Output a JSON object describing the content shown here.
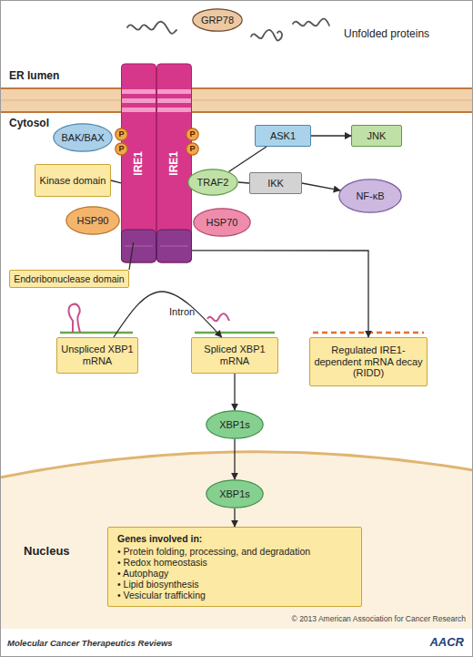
{
  "diagram": {
    "nodes": [
      {
        "text": [
          "GRP78"
        ]
      },
      {
        "text": [
          "IRE1"
        ]
      },
      {
        "text": [
          "IRE1"
        ]
      },
      {
        "text": [
          "BAK/BAX"
        ]
      },
      {
        "text": [
          "P"
        ]
      },
      {
        "text": [
          "P"
        ]
      },
      {
        "text": [
          "P"
        ]
      },
      {
        "text": [
          "P"
        ]
      },
      {
        "text": [
          "ASK1"
        ]
      },
      {
        "text": [
          "JNK"
        ]
      },
      {
        "text": [
          "Kinase domain"
        ]
      },
      {
        "text": [
          "TRAF2"
        ]
      },
      {
        "text": [
          "IKK"
        ]
      },
      {
        "text": [
          "NF-κB"
        ]
      },
      {
        "text": [
          "HSP90"
        ]
      },
      {
        "text": [
          "HSP70"
        ]
      },
      {
        "text": [
          "Endoribonuclease domain"
        ]
      },
      {
        "text": [
          "Unspliced XBP1 mRNA"
        ]
      },
      {
        "text": [
          "Spliced XBP1 mRNA"
        ]
      },
      {
        "text": [
          "Regulated IRE1-dependent mRNA decay (RIDD)"
        ]
      },
      {
        "text": [
          "XBP1s"
        ]
      },
      {
        "text": [
          "Nucleus"
        ]
      },
      {
        "text": [
          "XBP1s"
        ],
        "in": 21
      },
      {
        "text": [
          "Genes involved in:",
          "• Protein folding, processing, and degradation",
          "• Redox homeostasis",
          "• Autophagy",
          "• Lipid biosynthesis",
          "• Vesicular trafficking"
        ],
        "in": 21
      }
    ],
    "edges": [
      {
        "from": 8,
        "to": 9,
        "arrow": "to"
      },
      {
        "from": 11,
        "to": 8,
        "arrow": "none"
      },
      {
        "from": 11,
        "to": 12,
        "arrow": "none"
      },
      {
        "from": 12,
        "to": 13,
        "arrow": "to"
      },
      {
        "from": 10,
        "to": 1,
        "arrow": "none"
      },
      {
        "from": 16,
        "to": 1,
        "arrow": "none"
      },
      {
        "from": 17,
        "to": 18,
        "arrow": "to"
      },
      {
        "from": 2,
        "to": 19,
        "arrow": "to"
      },
      {
        "from": 18,
        "to": 20,
        "arrow": "to"
      },
      {
        "from": 20,
        "to": 22,
        "arrow": "to"
      },
      {
        "from": 22,
        "to": 23,
        "arrow": "to"
      }
    ],
    "labels": [
      "Unfolded proteins",
      "ER lumen",
      "Cytosol",
      "Intron",
      "© 2013 American Association for Cancer Research",
      "Molecular Cancer Therapeutics Reviews",
      "AACR"
    ]
  }
}
